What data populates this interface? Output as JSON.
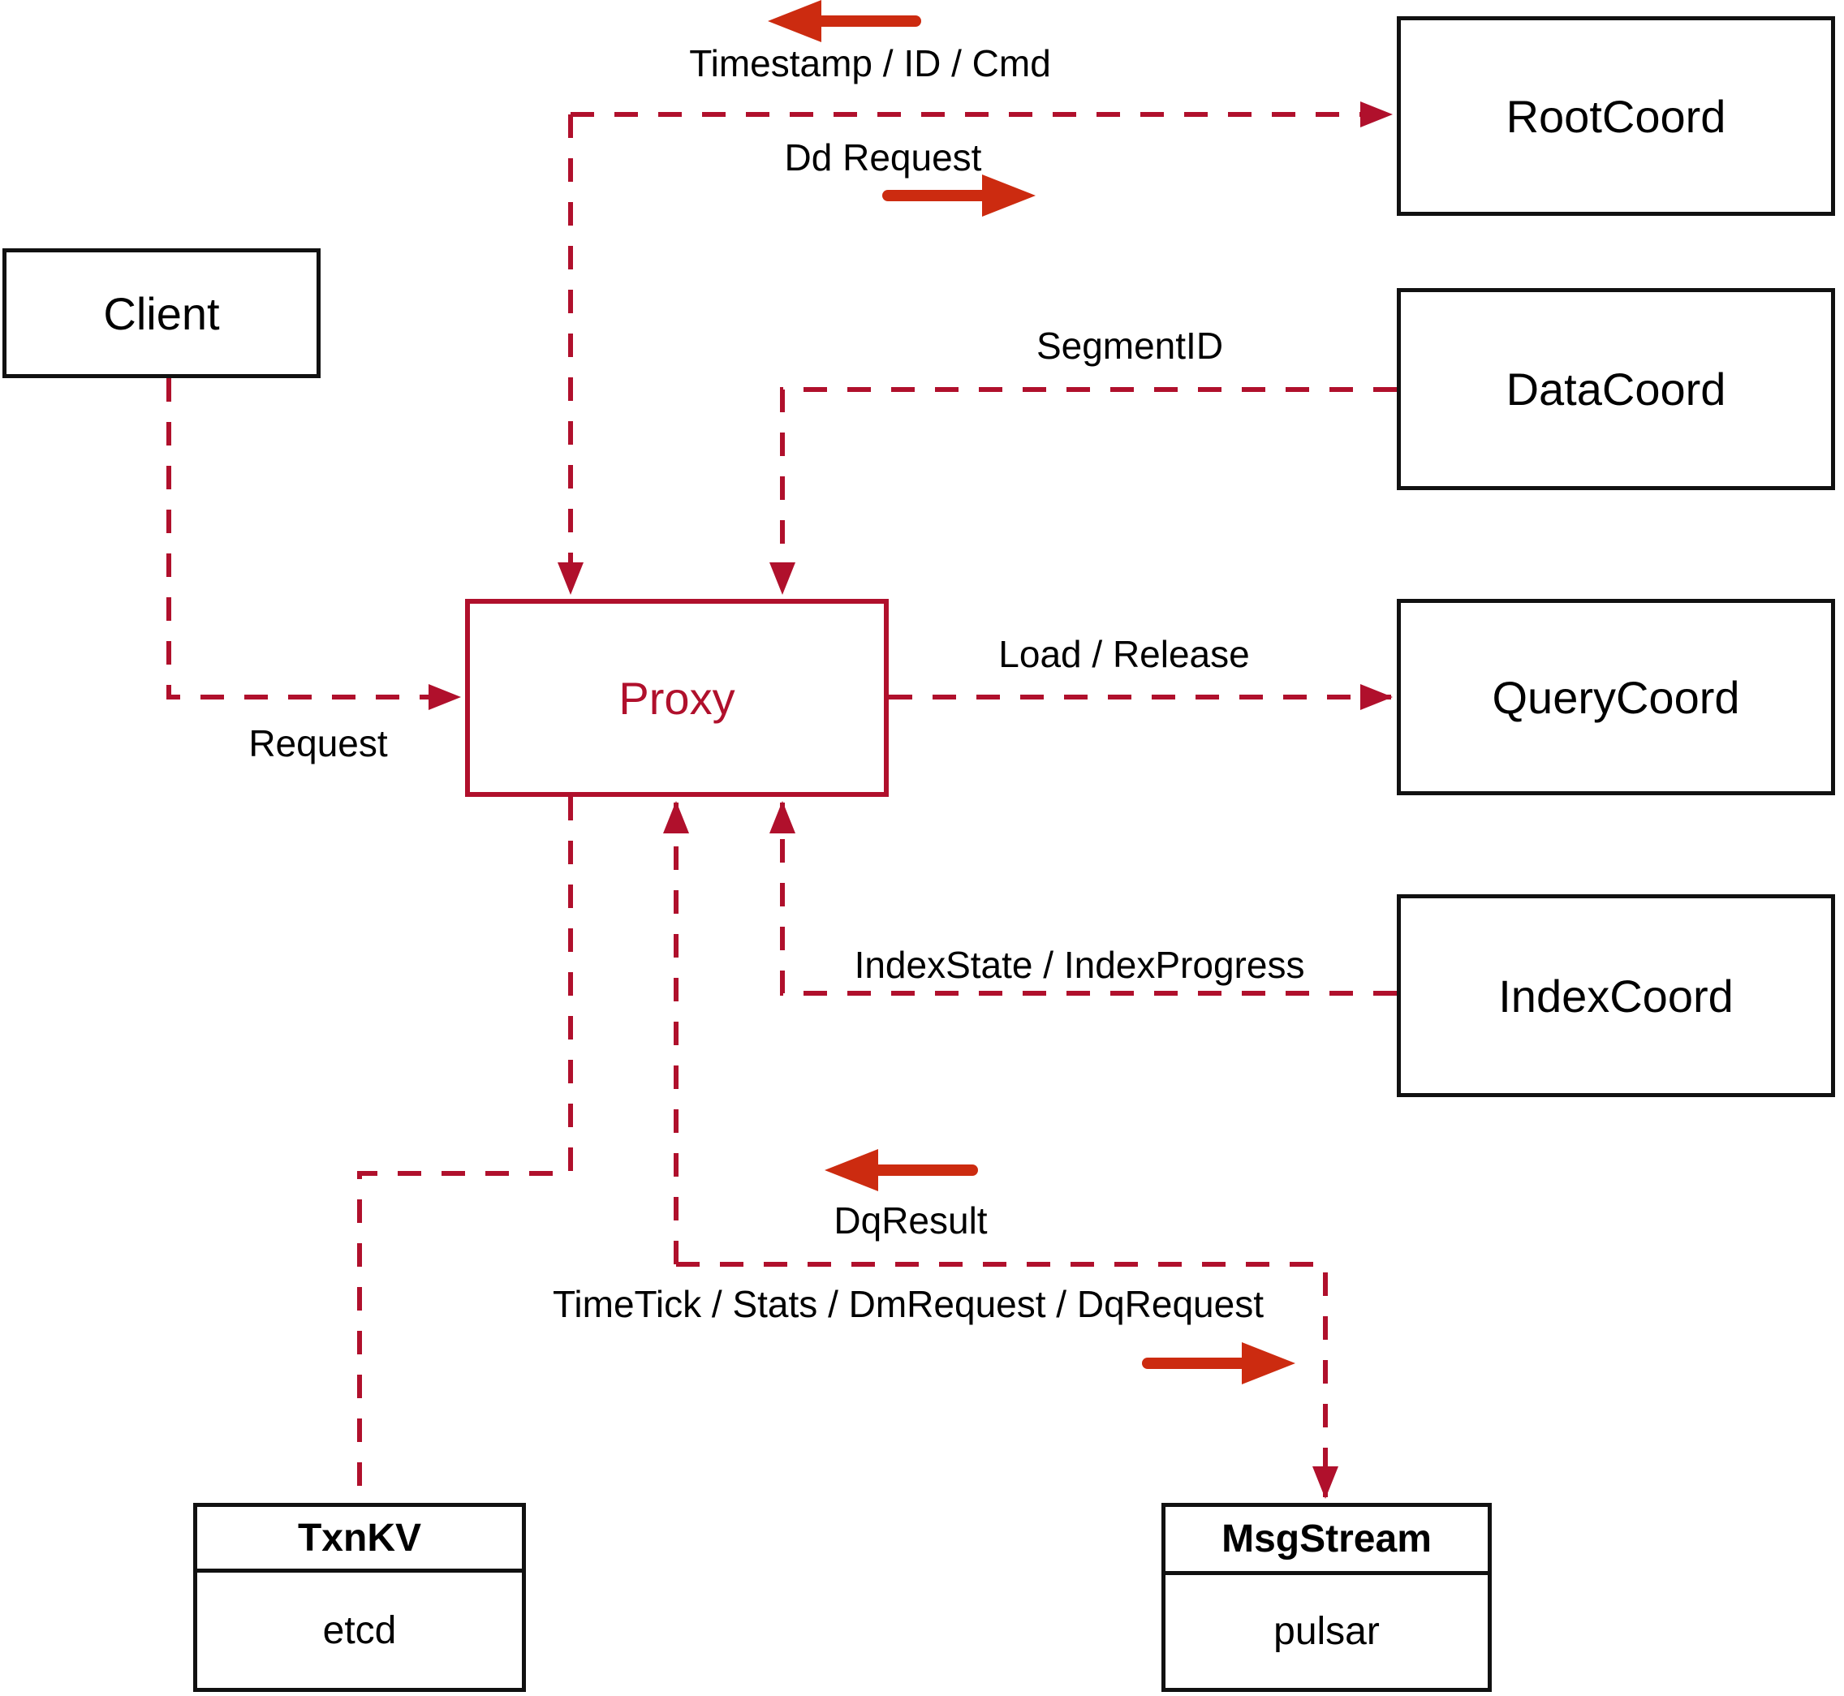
{
  "diagram": {
    "nodes": {
      "client": {
        "label": "Client"
      },
      "proxy": {
        "label": "Proxy"
      },
      "rootcoord": {
        "label": "RootCoord"
      },
      "datacoord": {
        "label": "DataCoord"
      },
      "querycoord": {
        "label": "QueryCoord"
      },
      "indexcoord": {
        "label": "IndexCoord"
      },
      "txnkv": {
        "title": "TxnKV",
        "implementation": "etcd"
      },
      "msgstream": {
        "title": "MsgStream",
        "implementation": "pulsar"
      }
    },
    "edges": {
      "client_to_proxy": {
        "label": "Request"
      },
      "rootcoord_response": {
        "label": "Timestamp / ID / Cmd",
        "direction": "left"
      },
      "rootcoord_request": {
        "label": "Dd Request",
        "direction": "right"
      },
      "datacoord_to_proxy": {
        "label": "SegmentID"
      },
      "proxy_to_querycoord": {
        "label": "Load / Release"
      },
      "indexcoord_to_proxy": {
        "label": "IndexState / IndexProgress"
      },
      "msgstream_response": {
        "label": "DqResult",
        "direction": "left"
      },
      "proxy_to_msgstream": {
        "label": "TimeTick / Stats / DmRequest / DqRequest",
        "direction": "right"
      }
    },
    "icons": {
      "left_direction": "arrow-left-icon",
      "right_direction": "arrow-right-icon",
      "connector_arrowhead": "triangle-arrowhead-icon"
    },
    "colors": {
      "connector": "#b0102c",
      "direction_arrow": "#cc2b10",
      "box_border": "#111111",
      "proxy_accent": "#b0102c",
      "label_text": "#000000",
      "background": "#ffffff"
    }
  }
}
